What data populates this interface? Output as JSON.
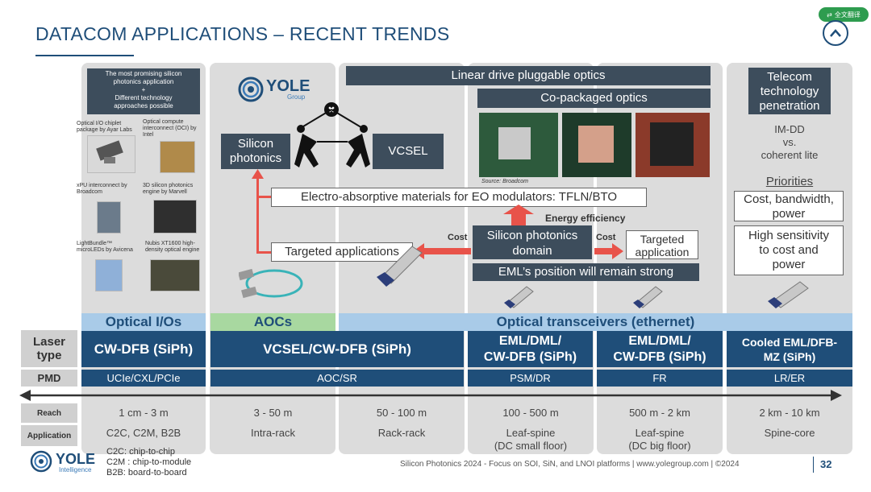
{
  "title": "DATACOM APPLICATIONS – RECENT TRENDS",
  "translate_badge": "全文翻译",
  "optical_ios_panel": {
    "heading": [
      "The most promising silicon",
      "photonics application",
      "+",
      "Different technology",
      "approaches possible"
    ],
    "items": [
      [
        "Optical I/O chiplet",
        "package by Ayar Labs"
      ],
      [
        "Optical compute",
        "interconnect (OCI) by",
        "Intel"
      ],
      [
        "xPU interconnect by",
        "Broadcom"
      ],
      [
        "3D silicon photonics",
        "engine by Marvell"
      ],
      [
        "LightBundle™",
        "microLEDs by Avicena"
      ],
      [
        "Nubis XT1600 high-",
        "density optical engine"
      ]
    ]
  },
  "yole_group": {
    "name": "YOLE",
    "sub": "Group"
  },
  "silicon_photonics_box": [
    "Silicon",
    "photonics"
  ],
  "vcsel_box": "VCSEL",
  "linear_drive": "Linear drive pluggable optics",
  "co_packaged": "Co-packaged optics",
  "source": "Source: Broadcom",
  "eo_modulators": "Electro-absorptive materials for EO modulators: TFLN/BTO",
  "energy_efficiency": "Energy efficiency",
  "cost_left": "Cost",
  "cost_right": "Cost",
  "targeted_left": "Targeted applications",
  "sip_domain": [
    "Silicon photonics",
    "domain"
  ],
  "targeted_right": [
    "Targeted",
    "application"
  ],
  "eml_strong": "EML’s position will remain strong",
  "telecom": [
    "Telecom",
    "technology",
    "penetration"
  ],
  "imdd": [
    "IM-DD",
    "vs.",
    "coherent lite"
  ],
  "priorities": "Priorities",
  "priority1": [
    "Cost, bandwidth,",
    "power"
  ],
  "priority2": [
    "High sensitivity",
    "to cost and",
    "power"
  ],
  "ribbons": {
    "optical_ios": "Optical I/Os",
    "aocs": "AOCs",
    "transceivers": "Optical transceivers (ethernet)"
  },
  "row_labels": {
    "laser_type": [
      "Laser",
      "type"
    ],
    "pmd": "PMD",
    "reach": "Reach",
    "application": "Application"
  },
  "laser_types": [
    "CW-DFB (SiPh)",
    "VCSEL/CW-DFB (SiPh)",
    [
      "EML/DML/",
      "CW-DFB (SiPh)"
    ],
    [
      "EML/DML/",
      "CW-DFB (SiPh)"
    ],
    [
      "Cooled EML/DFB-",
      "MZ (SiPh)"
    ]
  ],
  "pmd": [
    "UCIe/CXL/PCIe",
    "AOC/SR",
    "PSM/DR",
    "FR",
    "LR/ER"
  ],
  "reach": [
    "1 cm - 3 m",
    "3 - 50 m",
    "50 - 100 m",
    "100 - 500 m",
    "500 m - 2 km",
    "2 km - 10 km"
  ],
  "application": [
    "C2C, C2M, B2B",
    "Intra-rack",
    "Rack-rack",
    [
      "Leaf-spine",
      "(DC small floor)"
    ],
    [
      "Leaf-spine",
      "(DC big floor)"
    ],
    "Spine-core"
  ],
  "legend": [
    "C2C: chip-to-chip",
    "C2M : chip-to-module",
    "B2B: board-to-board"
  ],
  "yole_intel": {
    "name": "YOLE",
    "sub": "Intelligence"
  },
  "footer": "Silicon Photonics 2024 - Focus on SOI, SiN, and LNOI platforms | www.yolegroup.com | ©2024",
  "page_number": "32",
  "colors": {
    "navy": "#1f4e79",
    "dark": "#3d4d5c",
    "ribbon_blue": "#a9cbe8",
    "ribbon_green": "#a8d8a0",
    "red": "#e8534a"
  }
}
